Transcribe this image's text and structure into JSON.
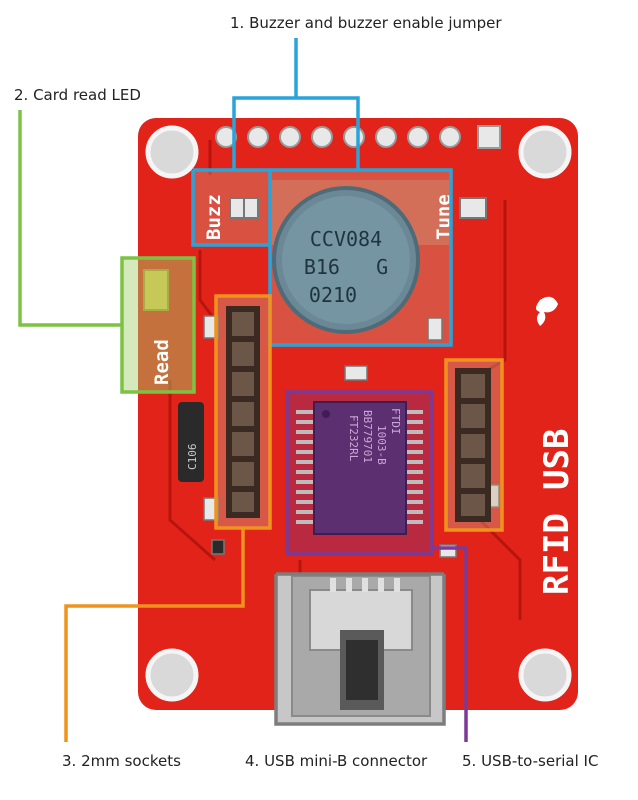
{
  "callouts": {
    "buzzer": {
      "label": "1. Buzzer and buzzer enable jumper",
      "color": "#29a4da"
    },
    "led": {
      "label": "2. Card read LED",
      "color": "#7dc242"
    },
    "sockets": {
      "label": "3.  2mm sockets",
      "color": "#f0931e"
    },
    "usb_connector": {
      "label": "4. USB mini-B connector",
      "color": "#7d7d7d"
    },
    "serial_ic": {
      "label": "5. USB-to-serial IC",
      "color": "#7b3a96"
    }
  },
  "board": {
    "color": "#e2231a",
    "silkscreen": {
      "buzz": "Buzz",
      "tune": "Tune",
      "read": "Read",
      "rfid": "RFID",
      "usb": "USB",
      "cap_code": "C106"
    },
    "buzzer_marking": [
      "CCV084",
      "B16   G",
      "0210"
    ],
    "ic_marking": [
      "FTDI",
      "1003-B",
      "BB779701",
      "FT232RL"
    ]
  }
}
